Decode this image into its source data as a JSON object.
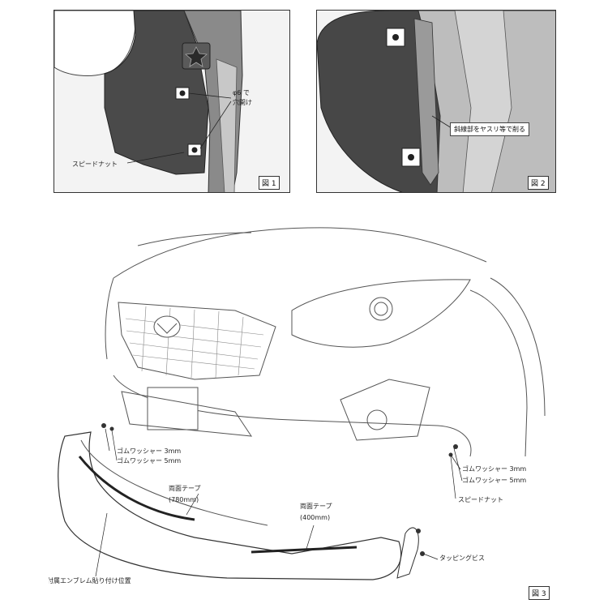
{
  "fig1": {
    "label": "図 1",
    "hole_note_line1": "φ6 で",
    "hole_note_line2": "穴開け",
    "speed_nut": "スピードナット"
  },
  "fig2": {
    "label": "図 2",
    "file_note": "斜線部をヤスリ等で削る"
  },
  "fig3": {
    "label": "図 3",
    "left_washer_3": "ゴムワッシャー 3mm",
    "left_washer_5": "ゴムワッシャー 5mm",
    "tape_long_title": "両面テープ",
    "tape_long_length": "(780mm)",
    "tape_short_title": "両面テープ",
    "tape_short_length": "(400mm)",
    "right_washer_3": "ゴムワッシャー 3mm",
    "right_washer_5": "ゴムワッシャー 5mm",
    "speed_nut": "スピードナット",
    "tapping_screw": "タッピングビス",
    "emblem_position": "付属エンブレム貼り付け位置"
  }
}
